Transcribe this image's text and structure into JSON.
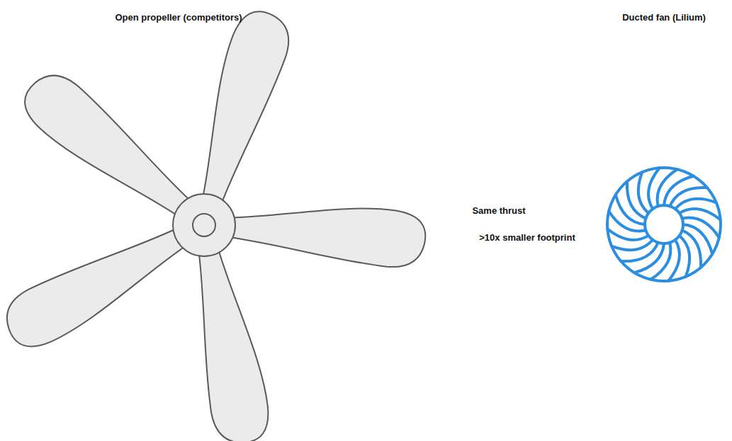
{
  "diagram": {
    "labels": [
      "Open propeller (competitors)",
      "Ducted fan (Lilium)",
      "Same thrust",
      ">10x smaller footprint"
    ]
  }
}
